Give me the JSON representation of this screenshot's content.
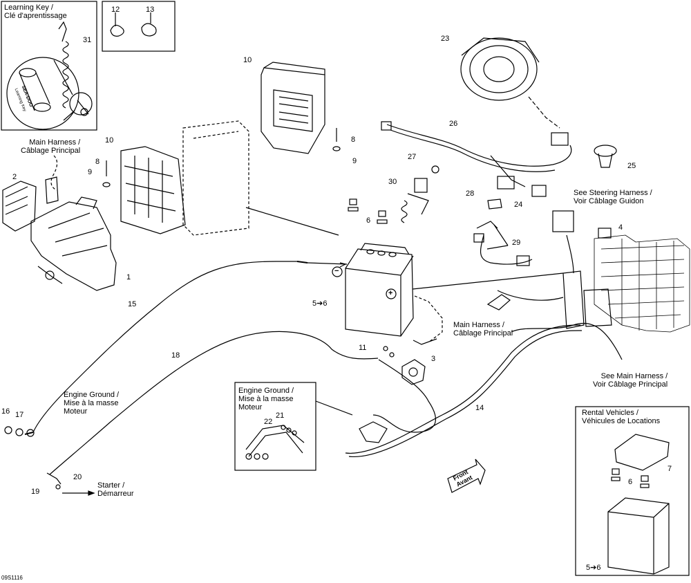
{
  "diagram_code": "09S1116",
  "learning_key_box": {
    "title_en": "Learning Key /",
    "title_fr": "Clé d'aprentissage",
    "part": "31",
    "key_text": "SEA-DOO",
    "key_subtext": "Learning Key"
  },
  "clips_box": {
    "parts": [
      "12",
      "13"
    ]
  },
  "rental_box": {
    "title_en": "Rental Vehicles /",
    "title_fr": "Véhicules de Locations",
    "parts": [
      "7",
      "6"
    ],
    "battery_ref": "5➔6"
  },
  "engine_ground_box": {
    "title_line1": "Engine Ground /",
    "title_line2": "Mise à la masse",
    "title_line3": "Moteur",
    "parts": [
      "21",
      "22"
    ]
  },
  "callouts": {
    "main_harness_left": {
      "line1": "Main Harness /",
      "line2": "Câblage Principal"
    },
    "main_harness_center": {
      "line1": "Main Harness /",
      "line2": "Câblage Principal"
    },
    "see_steering": {
      "line1": "See Steering Harness /",
      "line2": "Voir Câblage Guidon"
    },
    "see_main": {
      "line1": "See Main Harness /",
      "line2": "Voir Câblage Principal"
    },
    "engine_ground_left": {
      "line1": "Engine Ground /",
      "line2": "Mise à la masse",
      "line3": "Moteur"
    },
    "starter": {
      "line1": "Starter /",
      "line2": "Démarreur"
    }
  },
  "part_numbers": {
    "p1": "1",
    "p2": "2",
    "p3": "3",
    "p4": "4",
    "p5_6": "5➔6",
    "p6": "6",
    "p8a": "8",
    "p8b": "8",
    "p9a": "9",
    "p9b": "9",
    "p10a": "10",
    "p10b": "10",
    "p11": "11",
    "p14": "14",
    "p15": "15",
    "p16": "16",
    "p17": "17",
    "p18": "18",
    "p19": "19",
    "p20": "20",
    "p23": "23",
    "p24": "24",
    "p25": "25",
    "p26": "26",
    "p27": "27",
    "p28": "28",
    "p29": "29",
    "p30": "30"
  },
  "battery_terminals": {
    "negative": "−",
    "positive": "+"
  },
  "front_arrow": {
    "line1": "Front",
    "line2": "Avant"
  }
}
